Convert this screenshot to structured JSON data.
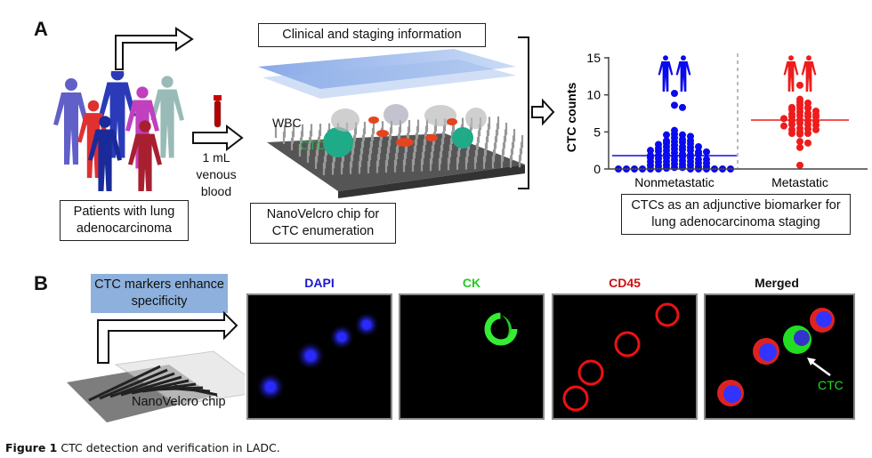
{
  "panel_a": {
    "label": "A",
    "patients_label": "Patients with lung adenocarcinoma",
    "blood_label": "1 mL venous blood",
    "clinical_label": "Clinical and staging information",
    "chip_label": "NanoVelcro chip for CTC enumeration",
    "wbc_label": "WBC",
    "ctc_label": "CTC",
    "biomarker_label": "CTCs as an adjunctive biomarker for lung adenocarcinoma staging"
  },
  "panel_b": {
    "label": "B",
    "markers_label": "CTC markers enhance specificity",
    "chip_label": "NanoVelcro chip",
    "channels": [
      {
        "title": "DAPI",
        "color": "#1a1acc"
      },
      {
        "title": "CK",
        "color": "#22cc22"
      },
      {
        "title": "CD45",
        "color": "#cc1111"
      },
      {
        "title": "Merged",
        "color": "#111111"
      }
    ],
    "ctc_arrow_label": "CTC"
  },
  "caption": {
    "prefix": "Figure 1",
    "text": "CTC detection and verification in LADC."
  },
  "colors": {
    "nonmetastatic": "#0a0aee",
    "metastatic": "#ee1c1c",
    "markers_box": "#8db0dc"
  },
  "chart_data": {
    "type": "scatter",
    "ylabel": "CTC counts",
    "ylim": [
      0,
      15
    ],
    "yticks": [
      "0",
      "5",
      "10",
      "15"
    ],
    "categories": [
      "Nonmetastatic",
      "Metastatic"
    ],
    "series": [
      {
        "name": "Nonmetastatic",
        "median": 1.8,
        "values": [
          10.2,
          8.6,
          8.3,
          5.2,
          4.7,
          4.6,
          4.6,
          4.4,
          4.2,
          4.0,
          3.8,
          3.8,
          3.7,
          3.6,
          3.5,
          3.4,
          3.3,
          3.2,
          3.0,
          3.0,
          2.9,
          2.8,
          2.7,
          2.6,
          2.5,
          2.5,
          2.4,
          2.3,
          2.2,
          2.0,
          2.0,
          1.9,
          1.8,
          1.7,
          1.6,
          1.5,
          1.5,
          1.4,
          1.3,
          1.2,
          1.1,
          1.0,
          1.0,
          0.9,
          0.8,
          0.7,
          0.6,
          0.5,
          0.5,
          0.4,
          0.3,
          0.2,
          0.2,
          0.1,
          0,
          0,
          0,
          0,
          0,
          0,
          0,
          0,
          0,
          0,
          0,
          0,
          0.5,
          1,
          1.5,
          2,
          2.5,
          3,
          0.3,
          0.8,
          1.3,
          1.8,
          2.3
        ]
      },
      {
        "name": "Metastatic",
        "median": 6.6,
        "values": [
          11.3,
          9.4,
          9.0,
          8.9,
          8.6,
          8.3,
          8.3,
          8.2,
          8.2,
          8.0,
          7.8,
          7.7,
          7.5,
          7.4,
          7.3,
          7.2,
          7.1,
          7.0,
          7.0,
          6.8,
          6.6,
          6.5,
          6.5,
          6.4,
          6.2,
          6.0,
          6.0,
          5.9,
          5.8,
          5.5,
          5.4,
          5.3,
          5.3,
          5.0,
          4.8,
          4.8,
          4.7,
          3.7,
          3.5,
          2.9,
          0.5
        ]
      }
    ]
  }
}
